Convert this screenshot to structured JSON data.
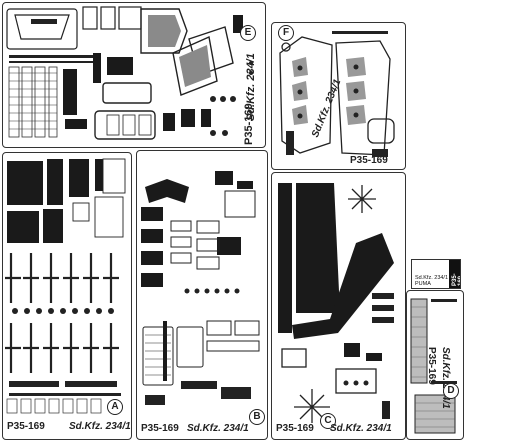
{
  "frets": {
    "top_left": {
      "code": "P35-169",
      "model": "Sd.Kfz. 234/1",
      "letter": "E"
    },
    "top_right": {
      "code": "P35-169",
      "model": "Sd.Kfz. 234/1",
      "letter": "F"
    },
    "bottom_left": {
      "code": "P35-169",
      "model": "Sd.Kfz. 234/1",
      "letter": "A"
    },
    "bottom_mid": {
      "code": "P35-169",
      "model": "Sd.Kfz. 234/1",
      "letter": "B"
    },
    "bottom_right": {
      "code": "P35-169",
      "model": "Sd.Kfz. 234/1",
      "letter": "C"
    },
    "far_right": {
      "code": "P35-169",
      "model": "Sd.Kfz. 234/1",
      "letter": "D"
    }
  },
  "small_tag": {
    "label": "Sd.Kfz. 234/1 PUMA",
    "bar_text": "P35-169"
  },
  "colors": {
    "etch": "#222222",
    "fret_border": "#333333",
    "background": "#ffffff",
    "part_grey": "#9a9a9a"
  }
}
